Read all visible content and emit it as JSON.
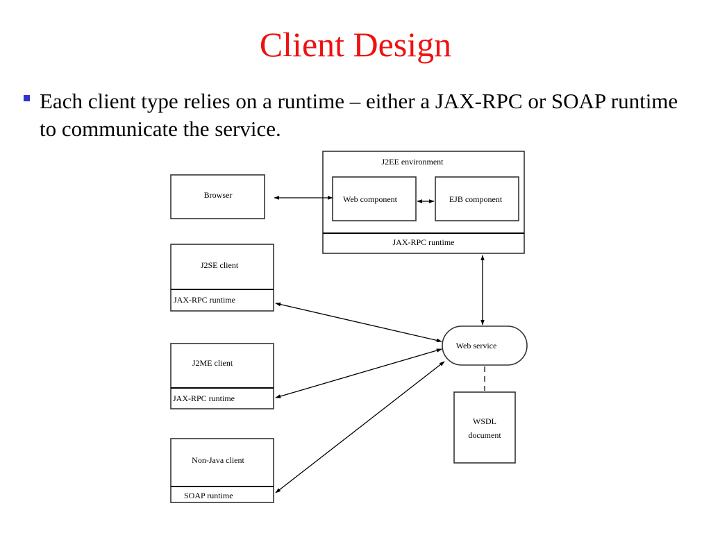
{
  "slide": {
    "title": "Client Design",
    "bullet": "Each client type relies on a runtime – either a JAX-RPC or SOAP runtime to communicate the service.",
    "colors": {
      "title": "#ee1111",
      "bullet_marker": "#3333cc"
    }
  },
  "diagram": {
    "j2ee": {
      "title": "J2EE environment",
      "web_component": "Web component",
      "ejb_component": "EJB component",
      "runtime": "JAX-RPC runtime"
    },
    "browser": "Browser",
    "j2se": {
      "name": "J2SE client",
      "runtime": "JAX-RPC runtime"
    },
    "j2me": {
      "name": "J2ME client",
      "runtime": "JAX-RPC runtime"
    },
    "nonjava": {
      "name": "Non-Java client",
      "runtime": "SOAP runtime"
    },
    "web_service": "Web service",
    "wsdl": {
      "line1": "WSDL",
      "line2": "document"
    }
  }
}
